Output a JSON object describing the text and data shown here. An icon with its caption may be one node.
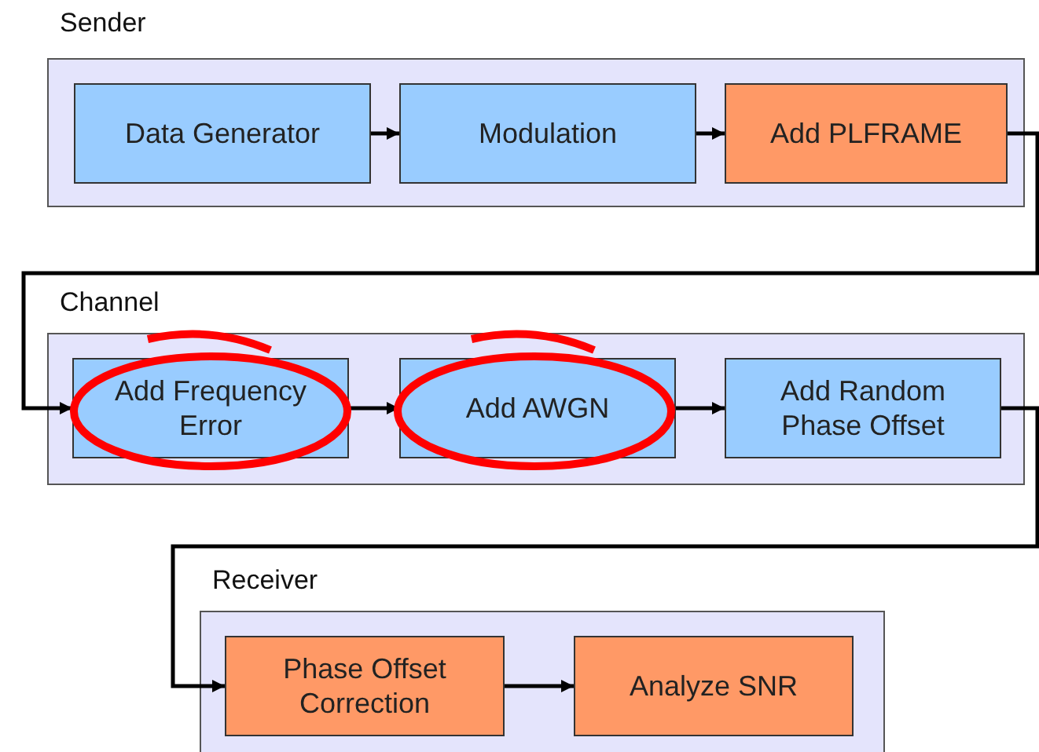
{
  "diagram": {
    "nodes": [
      {
        "text": [
          "Sender"
        ]
      },
      {
        "text": [
          "Data Generator"
        ],
        "in": 0
      },
      {
        "text": [
          "Modulation"
        ],
        "in": 0
      },
      {
        "text": [
          "Add PLFRAME"
        ],
        "in": 0
      },
      {
        "text": [
          "Channel"
        ]
      },
      {
        "text": [
          "Add Frequency Error"
        ],
        "in": 4
      },
      {
        "text": [
          "Add AWGN"
        ],
        "in": 4
      },
      {
        "text": [
          "Add Random Phase Offset"
        ],
        "in": 4
      },
      {
        "text": [
          "Receiver"
        ]
      },
      {
        "text": [
          "Phase Offset Correction"
        ],
        "in": 8
      },
      {
        "text": [
          "Analyze SNR"
        ],
        "in": 8
      }
    ],
    "edges": [
      {
        "from": 1,
        "to": 2,
        "arrow": "to"
      },
      {
        "from": 2,
        "to": 3,
        "arrow": "to"
      },
      {
        "from": 3,
        "to": 5,
        "arrow": "to"
      },
      {
        "from": 5,
        "to": 6,
        "arrow": "to"
      },
      {
        "from": 6,
        "to": 7,
        "arrow": "to"
      },
      {
        "from": 7,
        "to": 9,
        "arrow": "to"
      },
      {
        "from": 9,
        "to": 10,
        "arrow": "to"
      }
    ]
  }
}
